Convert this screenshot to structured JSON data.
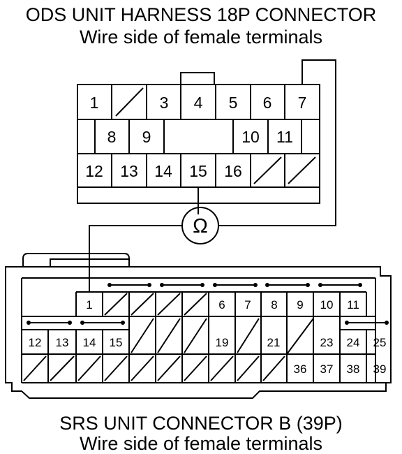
{
  "top_connector": {
    "title": "ODS UNIT HARNESS 18P CONNECTOR",
    "subtitle": "Wire side of female terminals",
    "pins": [
      "1",
      "3",
      "4",
      "5",
      "6",
      "7",
      "8",
      "9",
      "10",
      "11",
      "12",
      "13",
      "14",
      "15",
      "16"
    ]
  },
  "bottom_connector": {
    "title": "SRS UNIT CONNECTOR B (39P)",
    "subtitle": "Wire side of female terminals",
    "pins": [
      "1",
      "6",
      "7",
      "8",
      "9",
      "10",
      "11",
      "12",
      "13",
      "14",
      "15",
      "19",
      "21",
      "23",
      "24",
      "25",
      "36",
      "37",
      "38",
      "39"
    ]
  },
  "meter": {
    "symbol": "Ω",
    "name": "ohmmeter-icon"
  }
}
